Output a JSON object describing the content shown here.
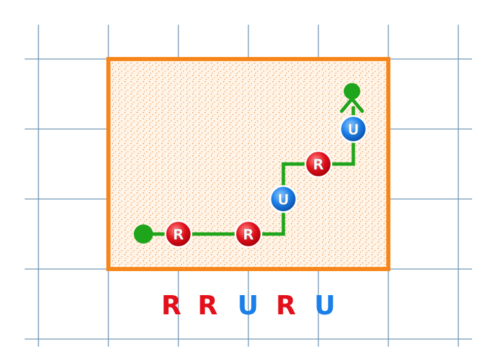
{
  "colors": {
    "grid_line": "#6f93b4",
    "region_border": "#f7861a",
    "region_fill": "#fff4e8",
    "region_dots": "#ee9f5a",
    "path": "#1fa51b",
    "right_step": "#e3101b",
    "up_step": "#1a7fe8",
    "label_text": "#ffffff"
  },
  "icons": {
    "start": "filled-green-circle",
    "end": "arrowhead-on-green-circle",
    "step": "glossy-circle-badge"
  },
  "path_steps": [
    {
      "label": "R",
      "kind": "right"
    },
    {
      "label": "R",
      "kind": "right"
    },
    {
      "label": "U",
      "kind": "up"
    },
    {
      "label": "R",
      "kind": "right"
    },
    {
      "label": "U",
      "kind": "up"
    }
  ],
  "sequence": [
    "R",
    "R",
    "U",
    "R",
    "U"
  ]
}
